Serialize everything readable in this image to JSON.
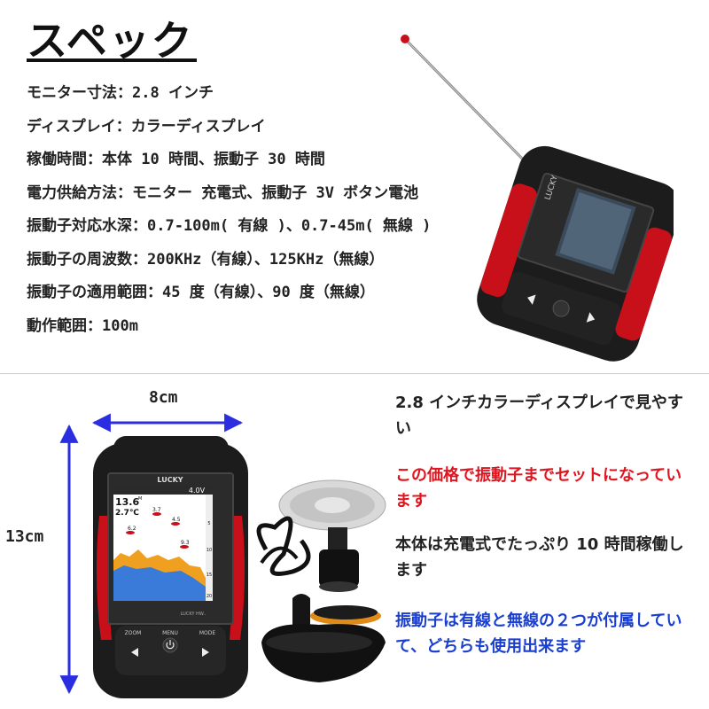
{
  "title": "スペック",
  "specs": [
    "モニター寸法：2.8 インチ",
    "ディスプレイ：カラーディスプレイ",
    "稼働時間：本体 10 時間、振動子 30 時間",
    "電力供給方法：モニター 充電式、振動子 3V ボタン電池",
    "振動子対応水深：0.7-100m( 有線 )、0.7-45m( 無線 )",
    "振動子の周波数：200KHz（有線）、125KHz（無線）",
    "振動子の適用範囲：45 度（有線）、90 度（無線）",
    "動作範囲：100m"
  ],
  "dimensions": {
    "width": "8cm",
    "height": "13cm"
  },
  "device": {
    "brand": "LUCKY",
    "model": "LUCKY HW..",
    "buttons": {
      "zoom": "ZOOM",
      "menu": "MENU",
      "mode": "MODE"
    },
    "screen": {
      "depth": "13.6",
      "depth_unit": "M",
      "temperature": "2.7℃",
      "battery": "4.0V",
      "fish_labels": [
        "3.7",
        "4.5",
        "6.2",
        "9.3"
      ],
      "depth_scale": [
        "5",
        "10",
        "15",
        "20"
      ]
    }
  },
  "features": [
    {
      "text": "2.8 インチカラーディスプレイで見やすい",
      "color": "#222222"
    },
    {
      "text": "この価格で振動子までセットになっています",
      "color": "#e0141e"
    },
    {
      "text": "本体は充電式でたっぷり 10 時間稼働します",
      "color": "#222222"
    },
    {
      "text": "振動子は有線と無線の２つが付属していて、どちらも使用出来ます",
      "color": "#1a3fd0"
    }
  ],
  "colors": {
    "dimension_arrow": "#2a2ee0",
    "device_accent": "#c8101a",
    "device_body": "#1c1c1c"
  }
}
